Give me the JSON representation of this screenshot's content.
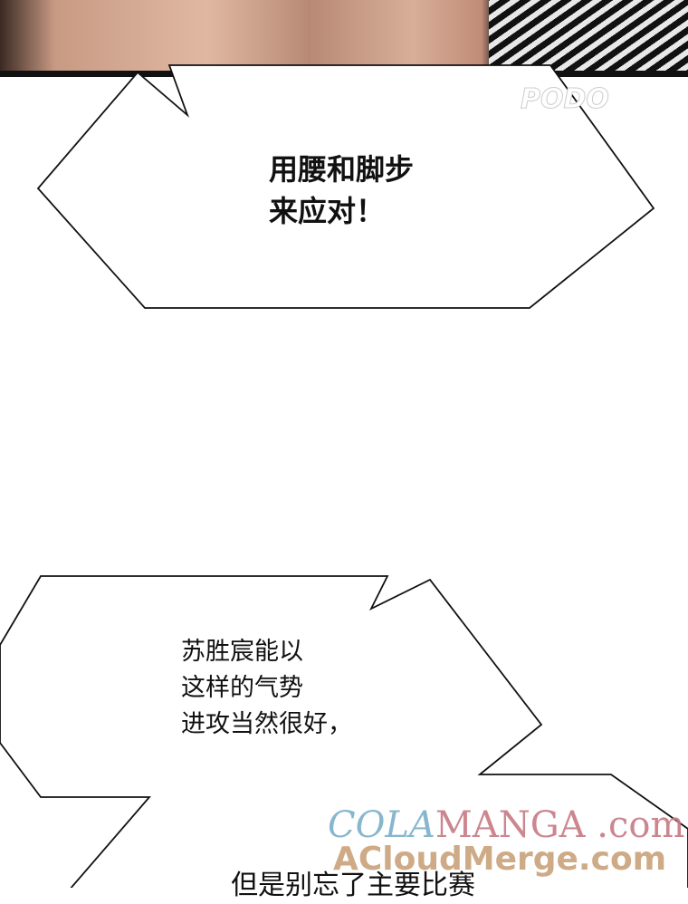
{
  "panel_art": {
    "description_icon": "comic-art-panel"
  },
  "bubbles": [
    {
      "lines": [
        "用腰和脚步",
        "来应对！"
      ]
    },
    {
      "lines": [
        "苏胜宸能以",
        "这样的气势",
        "进攻当然很好，"
      ]
    },
    {
      "lines": [
        "但是别忘了主要比赛"
      ]
    }
  ],
  "watermarks": {
    "podo": "PODO",
    "cola_part1": "COLA",
    "cola_part2": "MANGA .com",
    "acloud": "ACloudMerge.com"
  }
}
